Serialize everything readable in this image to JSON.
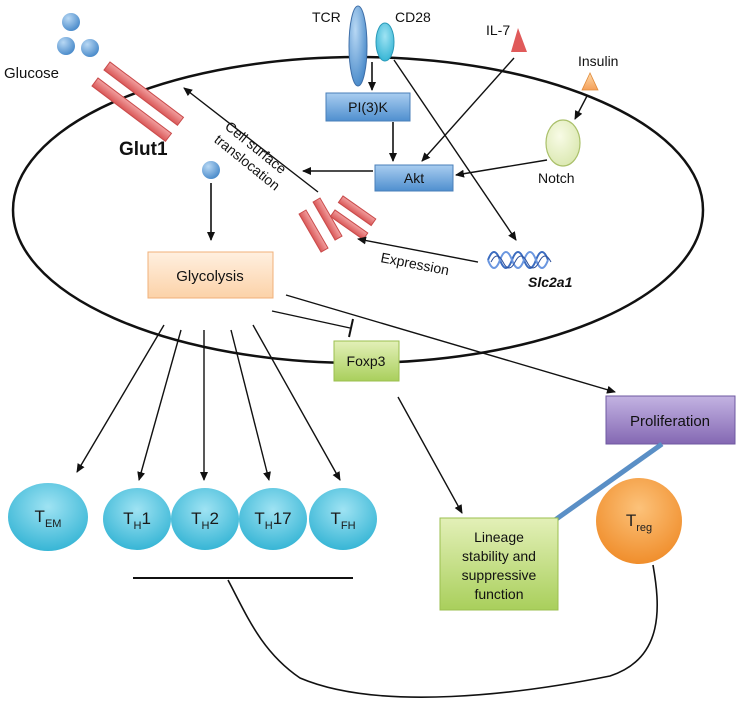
{
  "labels": {
    "glucose": "Glucose",
    "glut1": "Glut1",
    "tcr": "TCR",
    "cd28": "CD28",
    "il7": "IL-7",
    "insulin": "Insulin",
    "notch": "Notch",
    "pi3k": "PI(3)K",
    "akt": "Akt",
    "translocation_line1": "Cell surface",
    "translocation_line2": "translocation",
    "expression": "Expression",
    "slc2a1": "Slc2a1",
    "glycolysis": "Glycolysis",
    "foxp3": "Foxp3",
    "proliferation": "Proliferation",
    "lineage_line1": "Lineage",
    "lineage_line2": "stability and",
    "lineage_line3": "suppressive",
    "lineage_line4": "function"
  },
  "cells": [
    {
      "main": "T",
      "sub": "EM",
      "suffix": ""
    },
    {
      "main": "T",
      "sub": "H",
      "suffix": "1"
    },
    {
      "main": "T",
      "sub": "H",
      "suffix": "2"
    },
    {
      "main": "T",
      "sub": "H",
      "suffix": "17"
    },
    {
      "main": "T",
      "sub": "FH",
      "suffix": ""
    }
  ],
  "treg": {
    "main": "T",
    "sub": "reg"
  },
  "colors": {
    "blue_box": "#6fa8dc",
    "glycolysis_box": "#fde2c8",
    "green_box": "#c9e08a",
    "purple_box": "#9f87c8",
    "cell_fill": "#5cc6df",
    "treg_fill": "#f5a14a",
    "glut_red": "#e06c6c"
  }
}
